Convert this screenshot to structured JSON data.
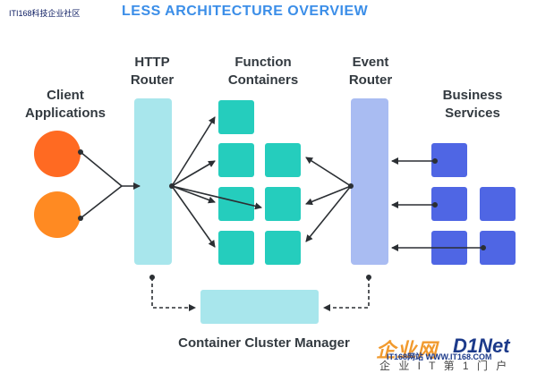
{
  "title": {
    "stamp": "ITI168科技企业社区",
    "text": "LESS ARCHITECTURE OVERVIEW"
  },
  "labels": {
    "client": [
      "Client",
      "Applications"
    ],
    "http": [
      "HTTP",
      "Router"
    ],
    "function": [
      "Function",
      "Containers"
    ],
    "event": [
      "Event",
      "Router"
    ],
    "business": [
      "Business",
      "Services"
    ],
    "manager": "Container Cluster Manager"
  },
  "watermark": {
    "cn": "企业网",
    "net": "D1Net",
    "site": "IT168网站 WWW.IT168.COM",
    "sub": "企 业 I T 第 1 门 户"
  },
  "colors": {
    "client_top": "#ff6a22",
    "client_bottom": "#ff8a22",
    "http_router": "#a8e6ec",
    "function": "#25cdbd",
    "event_router": "#a9bcf2",
    "business": "#4f66e4",
    "manager": "#a8e6ec",
    "arrows": "#2b2f33"
  }
}
